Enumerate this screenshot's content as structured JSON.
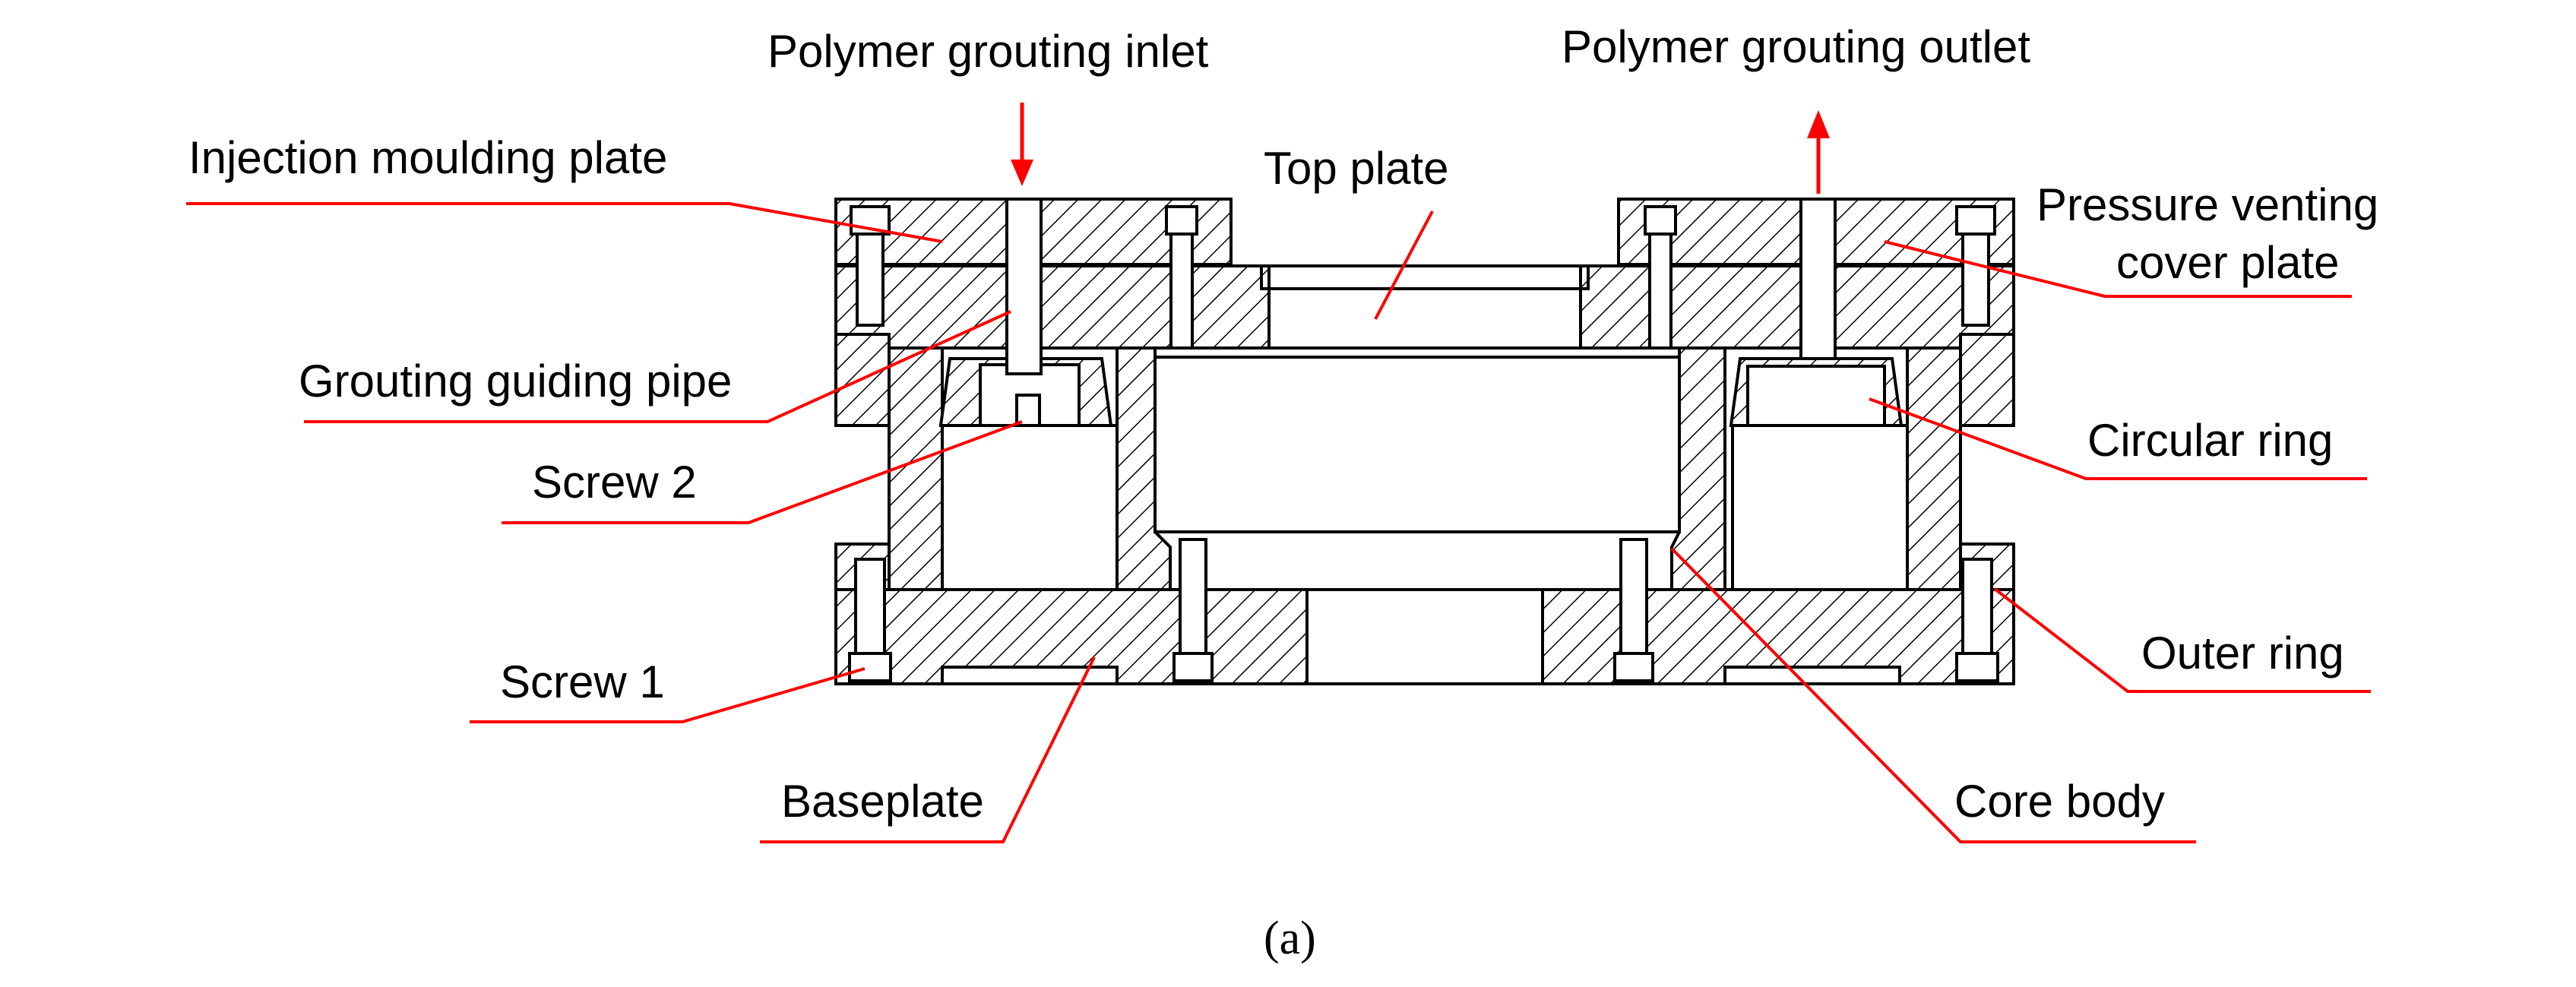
{
  "labels": {
    "inlet": "Polymer grouting inlet",
    "outlet": "Polymer grouting outlet",
    "injection_plate": "Injection moulding plate",
    "top_plate": "Top plate",
    "venting_line1": "Pressure venting",
    "venting_line2": "cover plate",
    "guiding_pipe": "Grouting guiding pipe",
    "circular_ring": "Circular ring",
    "screw2": "Screw 2",
    "outer_ring": "Outer ring",
    "screw1": "Screw 1",
    "core_body": "Core body",
    "baseplate": "Baseplate"
  },
  "caption": "(a)",
  "colors": {
    "leader": "#ff0000",
    "outline": "#000000",
    "background": "#ffffff"
  }
}
